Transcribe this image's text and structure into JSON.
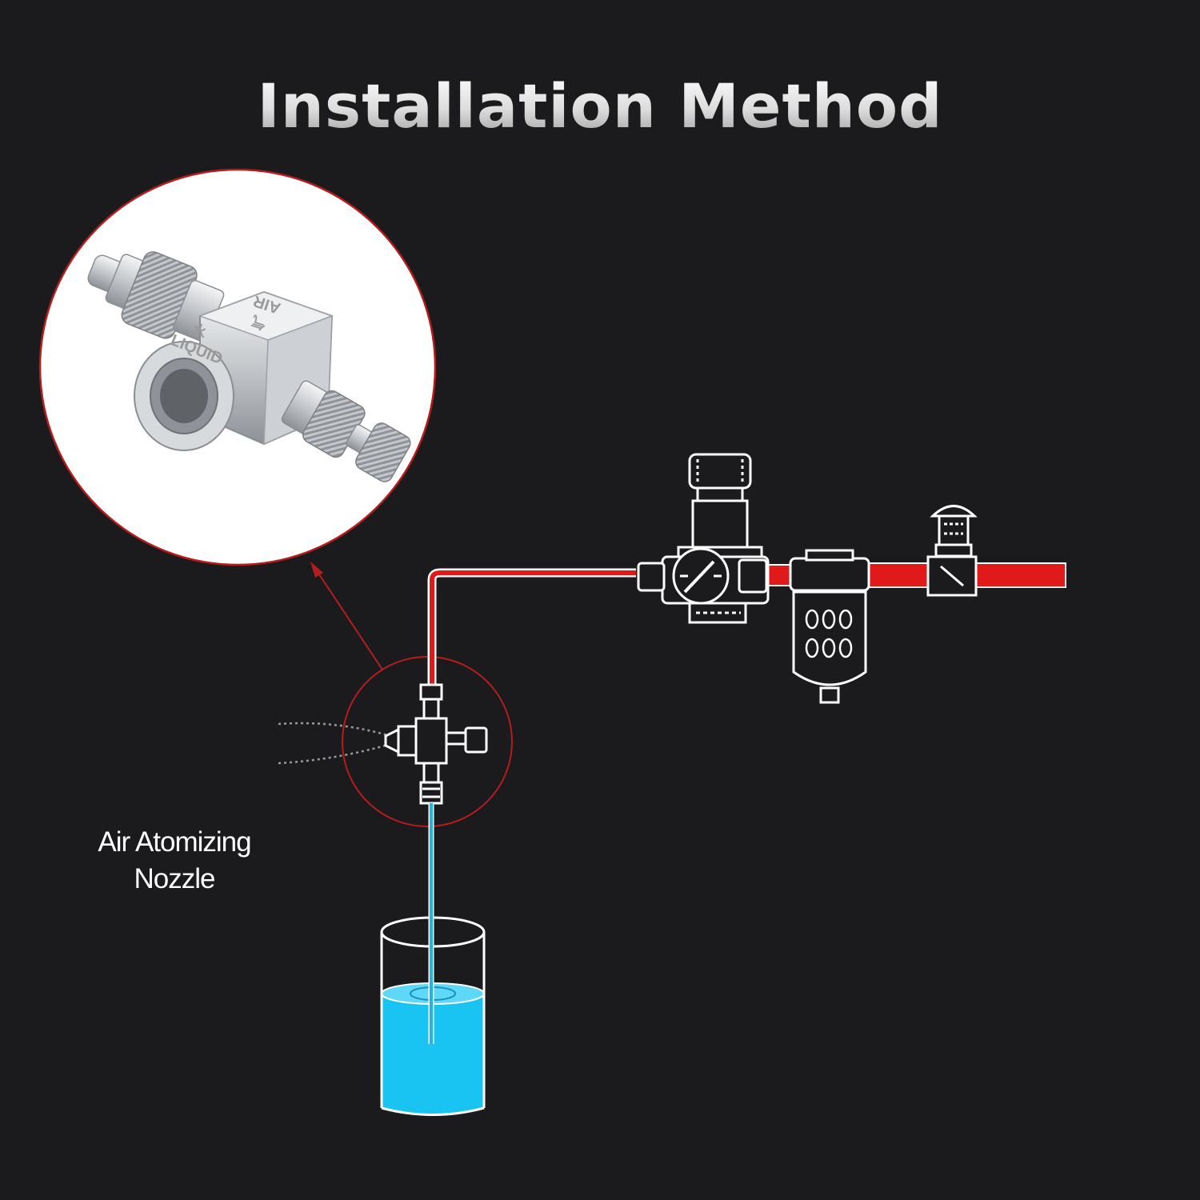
{
  "title": "Installation Method",
  "callout_label": {
    "line1": "Air Atomizing",
    "line2": "Nozzle"
  },
  "nozzle_markings": {
    "air": "AIR",
    "liquid": "LIQUID",
    "liquid_cn": "水",
    "air_cn": "气"
  },
  "colors": {
    "background": "#1b1b1d",
    "air_line": "#e01a1a",
    "liquid_line": "#1fb6e6",
    "liquid_fill": "#19c4f2",
    "callout": "#b51d1d",
    "outline": "#ffffff"
  },
  "icons": [
    "nozzle-photo",
    "pressure-regulator-icon",
    "air-filter-icon",
    "shutoff-valve-icon",
    "nozzle-icon",
    "liquid-container-icon",
    "spray-icon"
  ]
}
